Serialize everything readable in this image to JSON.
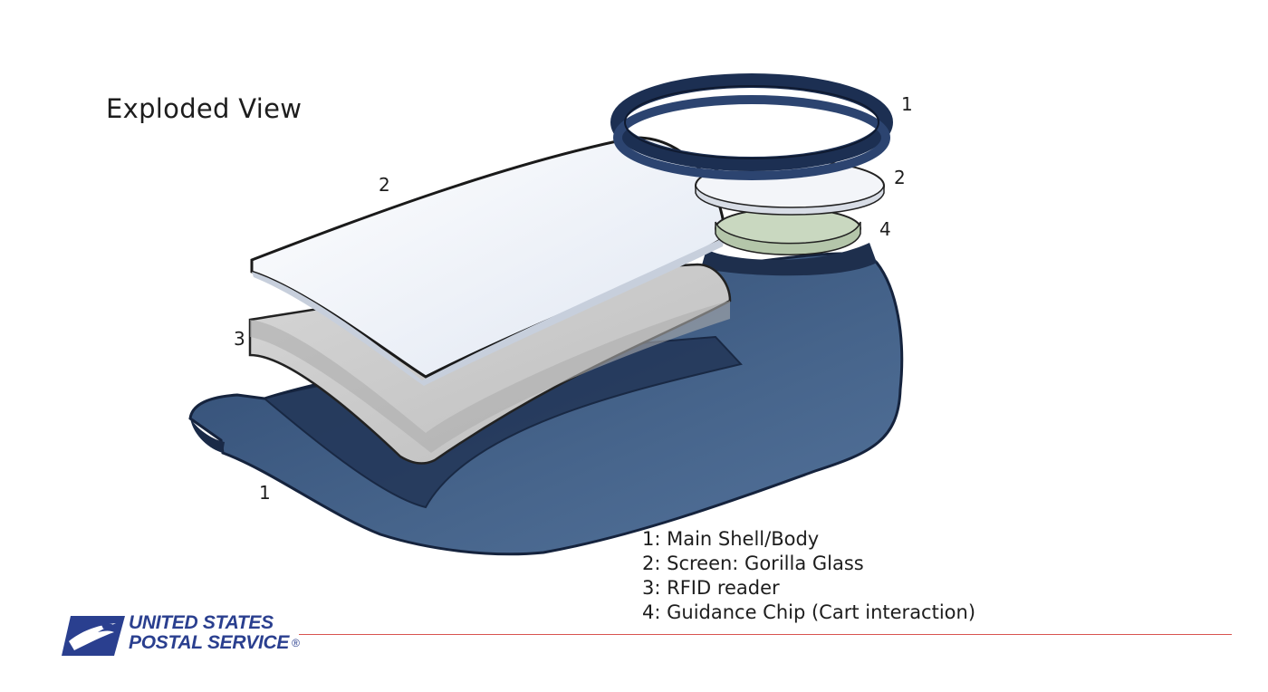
{
  "title": "Exploded View",
  "labels": {
    "shell_left": "1",
    "screen_left": "2",
    "rfid_left": "3",
    "ring_right": "1",
    "glass_right": "2",
    "chip_right": "4"
  },
  "legend": [
    "1: Main Shell/Body",
    "2: Screen: Gorilla Glass",
    "3: RFID reader",
    "4: Guidance Chip (Cart interaction)"
  ],
  "logo": {
    "line1": "UNITED STATES",
    "line2": "POSTAL SERVICE",
    "reg_mark": "®"
  },
  "colors": {
    "shell": "#3f5f85",
    "shell_dark": "#1e2f4d",
    "glass": "#eef2f8",
    "rfid": "#c9c9c9",
    "chip": "#c9d8c0",
    "logo_blue": "#2a3f8f",
    "rule_red": "#d9534f"
  }
}
